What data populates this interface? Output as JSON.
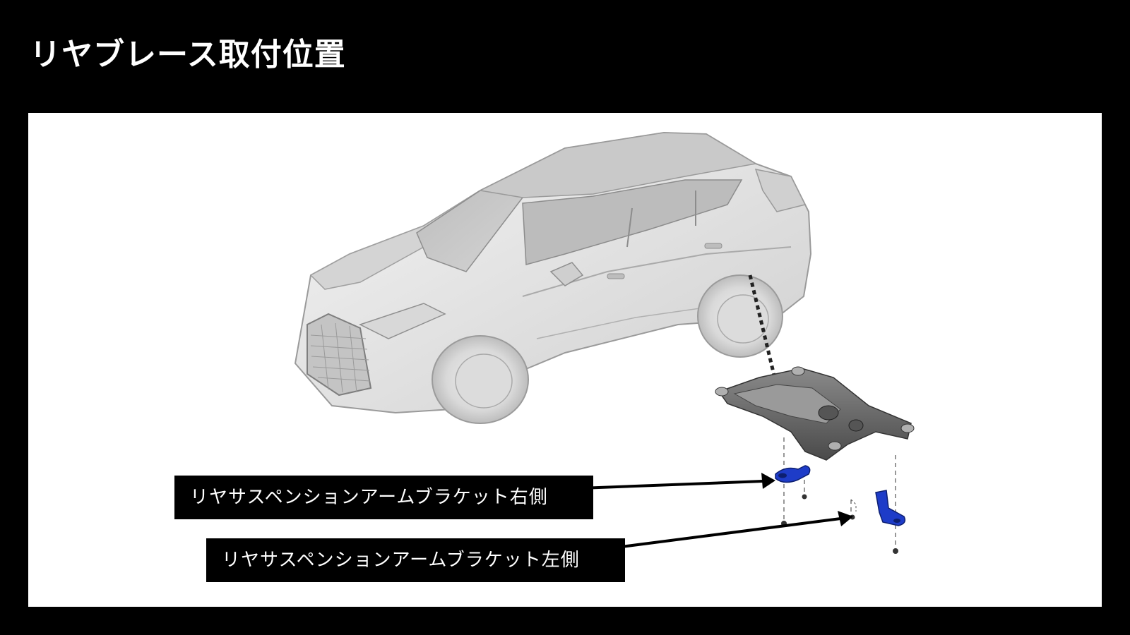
{
  "title": "リヤブレース取付位置",
  "labels": {
    "right_bracket": "リヤサスペンションアームブラケット右側",
    "left_bracket": "リヤサスペンションアームブラケット左側"
  },
  "colors": {
    "background": "#000000",
    "panel": "#ffffff",
    "bracket": "#1e3cc8",
    "label_box": "#000000"
  }
}
